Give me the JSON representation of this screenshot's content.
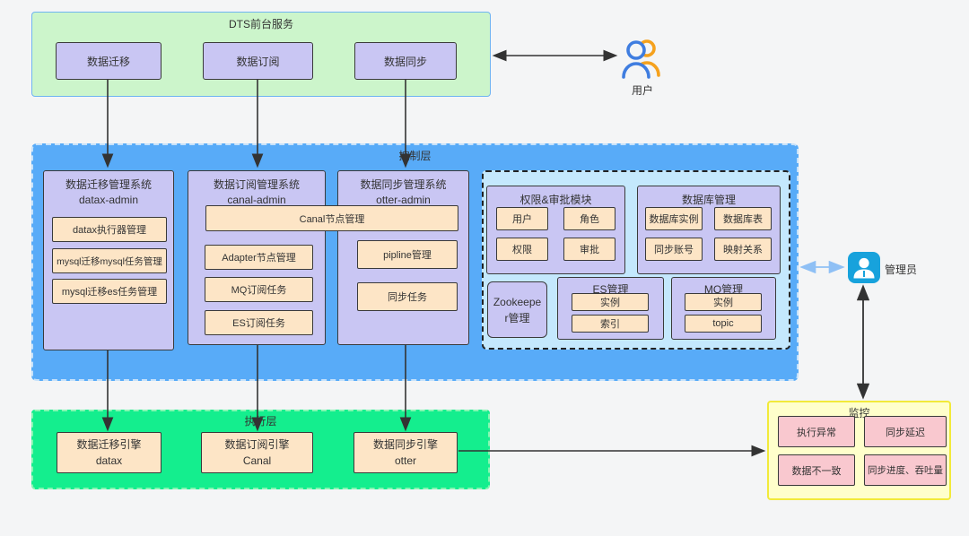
{
  "front_layer": {
    "title": "DTS前台服务",
    "items": [
      "数据迁移",
      "数据订阅",
      "数据同步"
    ]
  },
  "user": {
    "label": "用户",
    "icon": "two-users-icon"
  },
  "admin": {
    "label": "管理员",
    "icon": "admin-person-icon"
  },
  "control_layer": {
    "title": "控制层",
    "shared_item": "Canal节点管理",
    "systems": [
      {
        "title": "数据迁移管理系统",
        "subtitle": "datax-admin",
        "items": [
          "datax执行器管理",
          "mysql迁移mysql任务管理",
          "mysql迁移es任务管理"
        ]
      },
      {
        "title": "数据订阅管理系统",
        "subtitle": "canal-admin",
        "items": [
          "Adapter节点管理",
          "MQ订阅任务",
          "ES订阅任务"
        ]
      },
      {
        "title": "数据同步管理系统",
        "subtitle": "otter-admin",
        "items": [
          "pipline管理",
          "同步任务"
        ]
      }
    ],
    "modules": {
      "auth": {
        "title": "权限&审批模块",
        "items": [
          "用户",
          "角色",
          "权限",
          "审批"
        ]
      },
      "database": {
        "title": "数据库管理",
        "items": [
          "数据库实例",
          "数据库表",
          "同步账号",
          "映射关系"
        ]
      },
      "zookeeper": {
        "title": "Zookeeper管理"
      },
      "es": {
        "title": "ES管理",
        "items": [
          "实例",
          "索引"
        ]
      },
      "mq": {
        "title": "MQ管理",
        "items": [
          "实例",
          "topic"
        ]
      }
    }
  },
  "execution_layer": {
    "title": "执行层",
    "engines": [
      {
        "title": "数据迁移引擎",
        "subtitle": "datax"
      },
      {
        "title": "数据订阅引擎",
        "subtitle": "Canal"
      },
      {
        "title": "数据同步引擎",
        "subtitle": "otter"
      }
    ]
  },
  "monitor": {
    "title": "监控",
    "items": [
      "执行异常",
      "同步延迟",
      "数据不一致",
      "同步进度、吞吐量"
    ]
  },
  "colors": {
    "front_bg": "#ccf5cb",
    "front_border": "#6fb4f1",
    "node_purple": "#c9c6f3",
    "node_peach": "#fde5c6",
    "control_bg": "#58abf8",
    "modules_bg": "#c4e8fd",
    "exec_bg": "#14ee8e",
    "monitor_bg": "#ffffcb",
    "monitor_border": "#f2ea3a",
    "node_pink": "#f9c8cf",
    "admin_icon_bg": "#17a2dc",
    "user_icon_blue": "#3f7de0",
    "user_icon_orange": "#f5a11d",
    "arrow": "#333333",
    "admin_arrow": "#8fc0f5"
  }
}
